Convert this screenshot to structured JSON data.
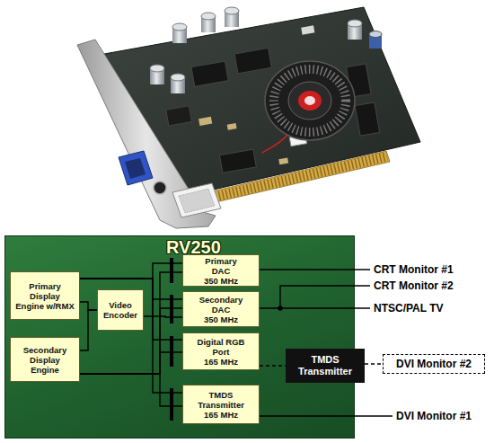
{
  "diagram": {
    "nodes": [
      {
        "text": [
          "RV250"
        ]
      },
      {
        "text": [
          "Primary Display Engine w/RMX"
        ],
        "in": 0
      },
      {
        "text": [
          "Secondary Display Engine"
        ],
        "in": 0
      },
      {
        "text": [
          "Video Encoder"
        ],
        "in": 0
      },
      {
        "text": [
          "Primary DAC",
          "350 MHz"
        ],
        "in": 0
      },
      {
        "text": [
          "Secondary DAC",
          "350 MHz"
        ],
        "in": 0
      },
      {
        "text": [
          "Digital RGB Port",
          "165 MHz"
        ],
        "in": 0
      },
      {
        "text": [
          "TMDS Transmitter",
          "165 MHz"
        ],
        "in": 0
      },
      {
        "text": [
          "TMDS Transmitter"
        ]
      },
      {
        "text": [
          "DVI Monitor #2"
        ]
      }
    ],
    "edges": [
      {
        "from": 1,
        "to": 3,
        "arrow": "none"
      },
      {
        "from": 2,
        "to": 3,
        "arrow": "none"
      },
      {
        "from": 1,
        "to": 4,
        "arrow": "none"
      },
      {
        "from": 1,
        "to": 5,
        "arrow": "none"
      },
      {
        "from": 1,
        "to": 6,
        "arrow": "none"
      },
      {
        "from": 1,
        "to": 7,
        "arrow": "none"
      },
      {
        "from": 2,
        "to": 4,
        "arrow": "none"
      },
      {
        "from": 2,
        "to": 5,
        "arrow": "none"
      },
      {
        "from": 2,
        "to": 6,
        "arrow": "none"
      },
      {
        "from": 2,
        "to": 7,
        "arrow": "none"
      },
      {
        "from": 3,
        "to": 5,
        "arrow": "none"
      },
      {
        "from": 6,
        "to": 8,
        "arrow": "none"
      },
      {
        "from": 8,
        "to": 9,
        "arrow": "none"
      }
    ],
    "labels": [
      "CRT Monitor #1",
      "CRT Monitor #2",
      "NTSC/PAL TV",
      "DVI Monitor #1"
    ]
  }
}
